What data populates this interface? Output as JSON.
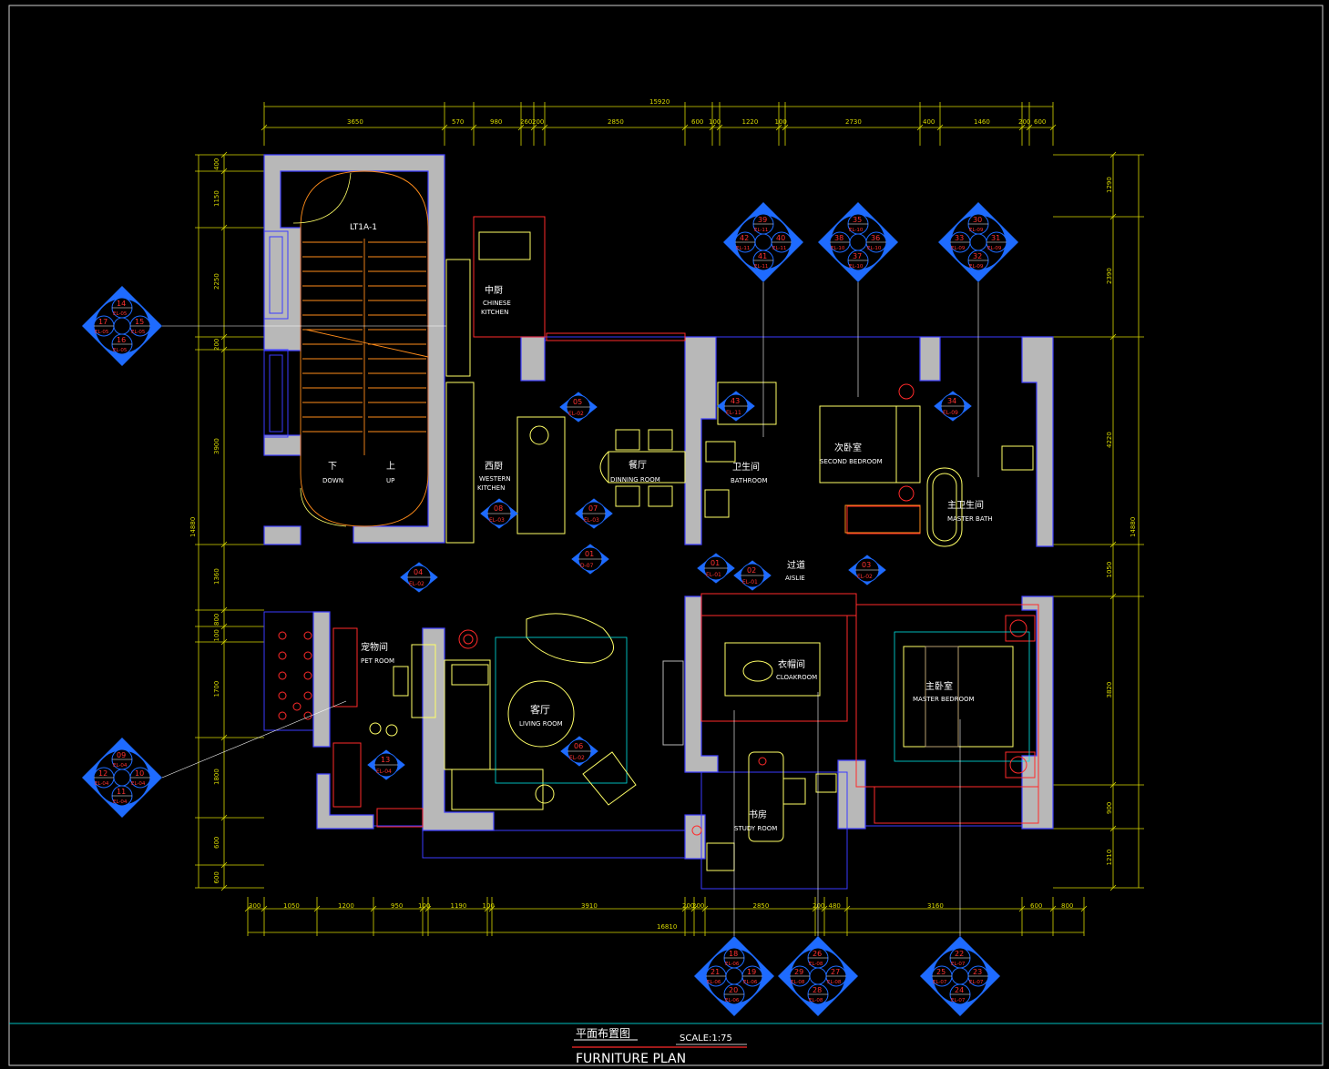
{
  "colors": {
    "background": "#000000",
    "wall": "#b8b8b8",
    "wall_edge": "#3a3aff",
    "dimension": "#d8d800",
    "furniture": "#ffff66",
    "outline_red": "#ff2a2a",
    "cyan": "#00e5e5",
    "tag_blue": "#1e6bff",
    "tag_text": "#ff3333",
    "label_white": "#ffffff",
    "frame": "#00c0c0"
  },
  "dims": {
    "top_total": "15920",
    "top": [
      "3650",
      "570",
      "980",
      "260",
      "200",
      "2850",
      "600",
      "100",
      "1220",
      "100",
      "2730",
      "400",
      "1460",
      "200",
      "600"
    ],
    "bottom_total": "16810",
    "bottom": [
      "300",
      "1050",
      "1200",
      "950",
      "100",
      "1190",
      "100",
      "3910",
      "200",
      "200",
      "2850",
      "200",
      "480",
      "3160",
      "600",
      "800"
    ],
    "left_total": "14880",
    "left": [
      "400",
      "1150",
      "2250",
      "200",
      "3900",
      "1360",
      "800",
      "100",
      "1700",
      "1800",
      "600",
      "600"
    ],
    "right_total": "14880",
    "right": [
      "1290",
      "2390",
      "4220",
      "1050",
      "3820",
      "900",
      "1210"
    ]
  },
  "rooms": {
    "stair": "LT1A-1",
    "down_cn": "下",
    "down_en": "DOWN",
    "up_cn": "上",
    "up_en": "UP",
    "chinese_kitchen_cn": "中厨",
    "chinese_kitchen_en1": "CHINESE",
    "chinese_kitchen_en2": "KITCHEN",
    "western_kitchen_cn": "西厨",
    "western_kitchen_en1": "WESTERN",
    "western_kitchen_en2": "KITCHEN",
    "dining_cn": "餐厅",
    "dining_en": "DINNING ROOM",
    "bath_cn": "卫生间",
    "bath_en": "BATHROOM",
    "second_bed_cn": "次卧室",
    "second_bed_en": "SECOND BEDROOM",
    "master_bath_cn": "主卫生间",
    "master_bath_en": "MASTER BATH",
    "aisle_cn": "过道",
    "aisle_en": "AISLIE",
    "pet_cn": "宠物间",
    "pet_en": "PET ROOM",
    "living_cn": "客厅",
    "living_en": "LIVING ROOM",
    "cloak_cn": "衣帽间",
    "cloak_en": "CLOAKROOM",
    "master_bed_cn": "主卧室",
    "master_bed_en": "MASTER BEDROOM",
    "study_cn": "书房",
    "study_en": "STUDY ROOM"
  },
  "small_tags": [
    {
      "num": "05",
      "code": "EL-02"
    },
    {
      "num": "08",
      "code": "EL-03"
    },
    {
      "num": "07",
      "code": "EL-03"
    },
    {
      "num": "01",
      "code": "D-07"
    },
    {
      "num": "43",
      "code": "EL-11"
    },
    {
      "num": "34",
      "code": "EL-09"
    },
    {
      "num": "01",
      "code": "EL-01"
    },
    {
      "num": "02",
      "code": "EL-01"
    },
    {
      "num": "03",
      "code": "EL-02"
    },
    {
      "num": "04",
      "code": "EL-02"
    },
    {
      "num": "06",
      "code": "EL-02"
    },
    {
      "num": "13",
      "code": "EL-04"
    }
  ],
  "big_tags": [
    {
      "n": [
        "14",
        "17",
        "15",
        "16"
      ],
      "c": [
        "EL-05",
        "EL-05",
        "EL-05",
        "EL-05"
      ]
    },
    {
      "n": [
        "39",
        "42",
        "40",
        "41"
      ],
      "c": [
        "EL-11",
        "EL-11",
        "EL-11",
        "EL-11"
      ]
    },
    {
      "n": [
        "35",
        "38",
        "36",
        "37"
      ],
      "c": [
        "EL-10",
        "EL-10",
        "EL-10",
        "EL-10"
      ]
    },
    {
      "n": [
        "30",
        "33",
        "31",
        "32"
      ],
      "c": [
        "EL-09",
        "EL-09",
        "EL-09",
        "EL-09"
      ]
    },
    {
      "n": [
        "09",
        "12",
        "10",
        "11"
      ],
      "c": [
        "EL-04",
        "EL-04",
        "EL-04",
        "EL-04"
      ]
    },
    {
      "n": [
        "18",
        "21",
        "19",
        "20"
      ],
      "c": [
        "EL-06",
        "EL-06",
        "EL-06",
        "EL-06"
      ]
    },
    {
      "n": [
        "26",
        "29",
        "27",
        "28"
      ],
      "c": [
        "EL-08",
        "EL-08",
        "EL-08",
        "EL-08"
      ]
    },
    {
      "n": [
        "22",
        "25",
        "23",
        "24"
      ],
      "c": [
        "EL-07",
        "EL-07",
        "EL-07",
        "EL-07"
      ]
    }
  ],
  "titles": {
    "cn": "平面布置图",
    "scale": "SCALE:1:75",
    "en": "FURNITURE PLAN"
  }
}
